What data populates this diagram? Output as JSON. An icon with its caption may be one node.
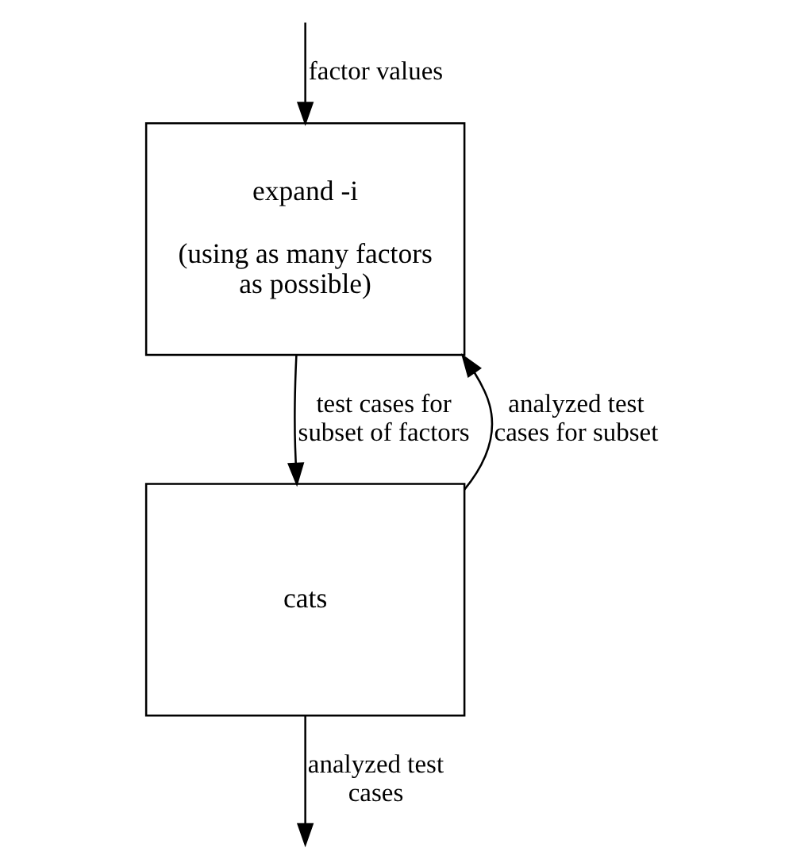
{
  "diagram": {
    "nodes": [
      {
        "text": [
          "expand -i",
          "(using as many factors as possible)"
        ]
      },
      {
        "text": [
          "cats"
        ]
      }
    ],
    "edges": [
      {
        "from": null,
        "to": 0,
        "arrow": "to",
        "label": "factor values"
      },
      {
        "from": 0,
        "to": 1,
        "arrow": "to",
        "label": "test cases for subset of factors"
      },
      {
        "from": 1,
        "to": 0,
        "arrow": "to",
        "label": "analyzed test cases for subset"
      },
      {
        "from": 1,
        "to": null,
        "arrow": "to",
        "label": "analyzed test cases"
      }
    ]
  }
}
